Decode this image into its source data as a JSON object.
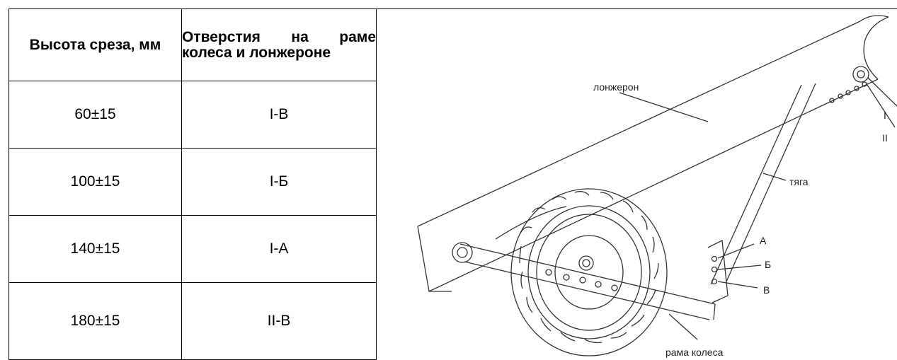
{
  "table": {
    "headers": [
      "Высота среза, мм",
      "Отверстия на раме колеса и лонжероне"
    ],
    "rows": [
      {
        "height": "60±15",
        "holes": "I-В"
      },
      {
        "height": "100±15",
        "holes": "I-Б"
      },
      {
        "height": "140±15",
        "holes": "I-А"
      },
      {
        "height": "180±15",
        "holes": "II-В"
      }
    ]
  },
  "diagram": {
    "labels": {
      "spar": "лонжерон",
      "rod": "тяга",
      "wheel_frame": "рама колеса",
      "hole_I": "I",
      "hole_II": "II",
      "hole_A": "А",
      "hole_B": "Б",
      "hole_V": "В"
    }
  }
}
